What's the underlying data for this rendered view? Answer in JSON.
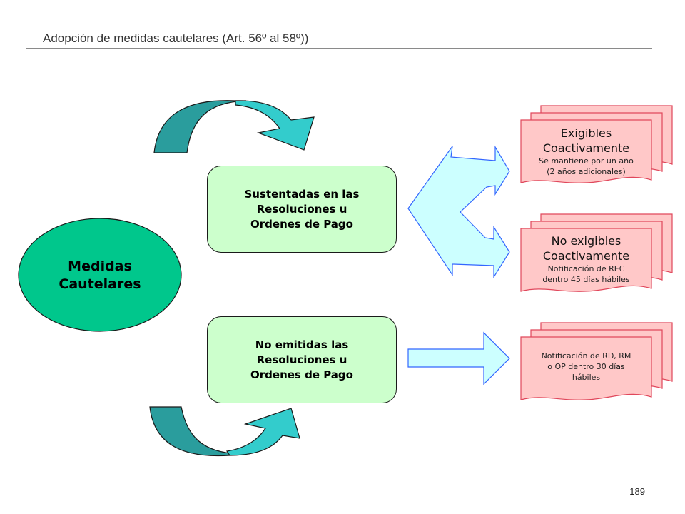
{
  "header": {
    "title": "Adopción de medidas cautelares (Art. 56º al 58º))"
  },
  "diagram": {
    "root": {
      "label": "Medidas\nCautelares"
    },
    "branches": [
      {
        "label": "Sustentadas en las\nResoluciones u\nOrdenes de Pago"
      },
      {
        "label": "No emitidas las\nResoluciones u\nOrdenes de Pago"
      }
    ],
    "outcomes": [
      {
        "title": "Exigibles\nCoactivamente",
        "note": "Se mantiene por un año\n(2 años adicionales)"
      },
      {
        "title": "No exigibles\nCoactivamente",
        "note": "Notificación de REC\ndentro 45 días hábiles"
      },
      {
        "title": "",
        "note": "Notificación de  RD, RM\no OP dentro 30 días\nhábiles"
      }
    ],
    "colors": {
      "root_fill": "#00c78c",
      "branch_fill": "#ccffcc",
      "document_fill": "#ffc8c8",
      "document_stroke": "#e0475b",
      "arrow_fill": "#ccffff",
      "arrow_stroke": "#3366ff",
      "curved_arrow_light": "#33cccc",
      "curved_arrow_dark": "#2a9d9d"
    }
  },
  "footer": {
    "page_number": "189"
  }
}
